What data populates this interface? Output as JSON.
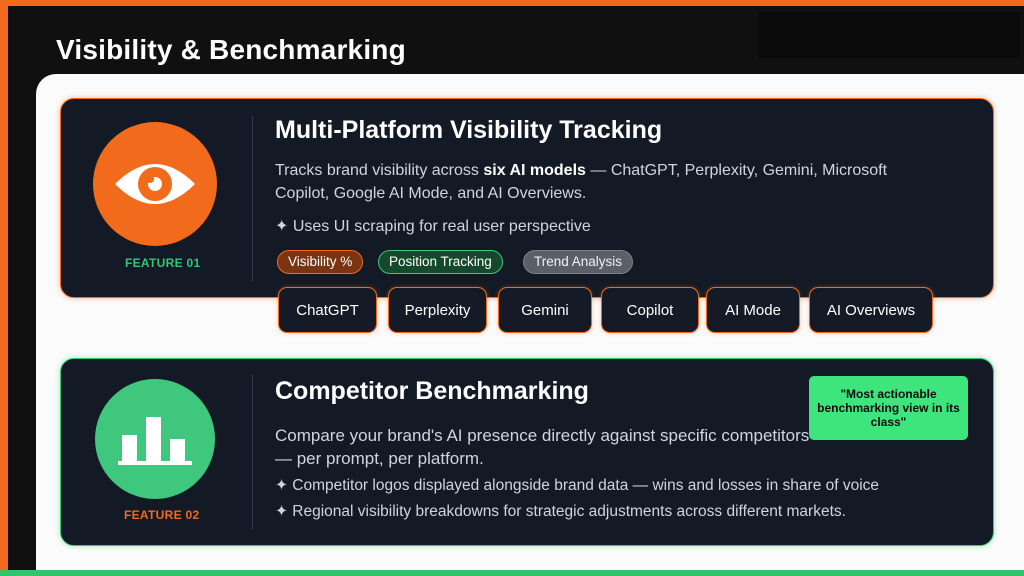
{
  "slide": {
    "title": "Visibility & Benchmarking"
  },
  "colors": {
    "accent_orange": "#f26a1b",
    "accent_green": "#3cc779",
    "card_bg": "#131a26",
    "panel_bg": "#fbfbfb"
  },
  "feature_1": {
    "icon": "eye-icon",
    "label": "FEATURE 01",
    "title": "Multi-Platform Visibility Tracking",
    "desc_prefix": "Tracks brand visibility across ",
    "desc_bold": "six AI models",
    "desc_suffix": " — ChatGPT, Perplexity, Gemini, Microsoft Copilot, Google AI Mode, and AI Overviews.",
    "bullet": "✦ Uses UI scraping for real user perspective",
    "tags": [
      "Visibility %",
      "Position Tracking",
      "Trend Analysis"
    ],
    "platforms": [
      "ChatGPT",
      "Perplexity",
      "Gemini",
      "Copilot",
      "AI Mode",
      "AI Overviews"
    ]
  },
  "feature_2": {
    "icon": "bar-chart-icon",
    "label": "FEATURE 02",
    "title": "Competitor Benchmarking",
    "desc": "Compare your brand's AI presence directly against specific competitors — per prompt, per platform.",
    "bullets": [
      "✦ Competitor logos displayed alongside brand data — wins and losses in share of voice",
      "✦ Regional visibility breakdowns for strategic adjustments across different markets."
    ],
    "quote": "\"Most actionable benchmarking view in its class\""
  }
}
